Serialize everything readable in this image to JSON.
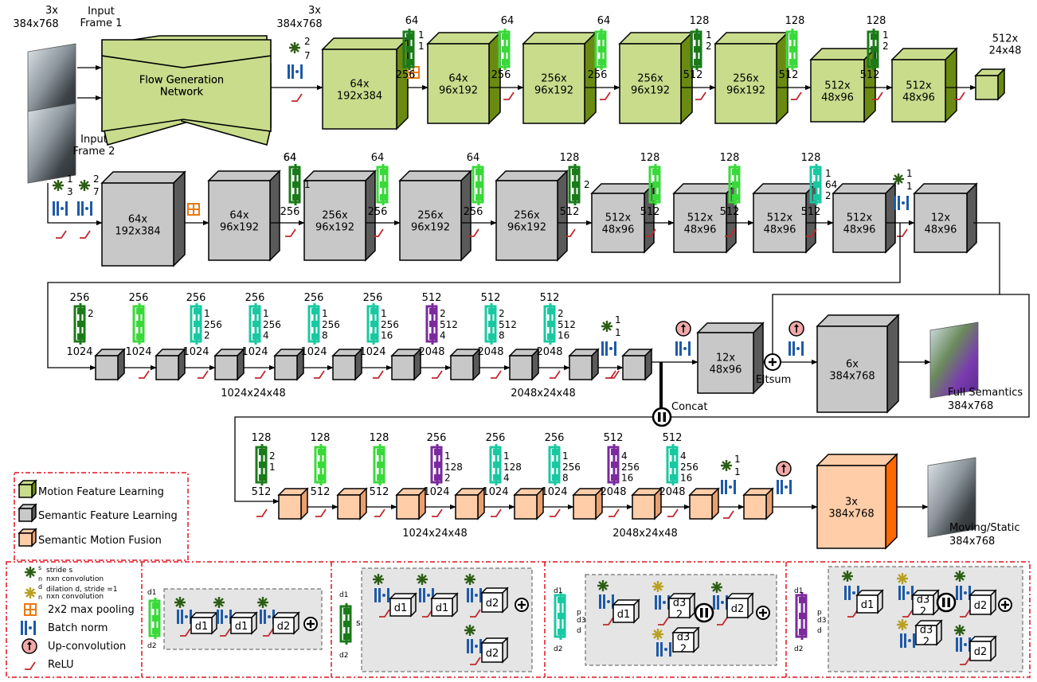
{
  "colors": {
    "motion": "#c8dc8c",
    "motion_side": "#6b8a12",
    "semantic": "#c8c8c8",
    "semantic_side": "#5a5a5a",
    "fusion": "#ffcda8",
    "fusion_side": "#ff6a00",
    "relu": "#c0282d",
    "bn": "#1e5aa8",
    "conv": "#2c5e14",
    "res1": "#1a7a1a",
    "res2": "#39d939",
    "res3": "#19c8a0",
    "res4": "#7a2a9c",
    "pool": "#e87a14",
    "dash": "#e0141e"
  },
  "inputs": {
    "frame1_label": "Input\nFrame 1",
    "frame2_label": "Input\nFrame 2",
    "frame_size_top": "3x",
    "frame_size_bot": "384x768"
  },
  "row1": {
    "flow_network": "Flow Generation\nNetwork",
    "flow_out_a": "3x",
    "flow_out_b": "384x768",
    "conv_s": "2",
    "conv_n": "7",
    "box1": "64x\n192x384",
    "box2": "64x\n96x192",
    "box3": "256x\n96x192",
    "box4": "256x\n96x192",
    "box5": "256x\n96x192",
    "box6": "512x\n48x96",
    "box7": "512x\n48x96",
    "box8_label": "512x\n24x48",
    "top_labels": [
      "64",
      "64",
      "64",
      "128",
      "128",
      "128"
    ],
    "bottom_labels": [
      "256",
      "256",
      "256",
      "512",
      "512",
      "512"
    ],
    "res_params": [
      "1\n1",
      "",
      "",
      "1\n2",
      "",
      "1\n2"
    ]
  },
  "row2": {
    "conv1_s": "1",
    "conv1_n": "3",
    "conv2_s": "2",
    "conv2_n": "7",
    "box1": "64x\n192x384",
    "box2": "64x\n96x192",
    "box3": "256x\n96x192",
    "box4": "256x\n96x192",
    "box5": "256x\n96x192",
    "box6": "512x\n48x96",
    "box7": "512x\n48x96",
    "box8": "512x\n48x96",
    "box9": "512x\n48x96",
    "box10": "12x\n48x96",
    "top_labels": [
      "64",
      "64",
      "64",
      "128",
      "128",
      "128",
      "128"
    ],
    "bottom_labels": [
      "256",
      "256",
      "256",
      "512",
      "512",
      "512",
      "512"
    ],
    "res_params": [
      "1",
      "",
      "",
      "2",
      "",
      "",
      "1\n64\n2"
    ],
    "conv_end_s": "1",
    "conv_end_n": "1"
  },
  "row3": {
    "top_labels": [
      "256",
      "256",
      "256",
      "256",
      "256",
      "256",
      "512",
      "512",
      "512"
    ],
    "bottom_labels": [
      "1024",
      "1024",
      "1024",
      "1024",
      "1024",
      "1024",
      "2048",
      "2048",
      "2048"
    ],
    "res_params": [
      "2",
      "",
      "1\n256\n2",
      "1\n256\n4",
      "1\n256\n8",
      "1\n256\n16",
      "2\n512\n4",
      "2\n512\n8",
      "2\n512\n16"
    ],
    "group1": "1024x24x48",
    "group2": "2048x24x48",
    "conv_s": "1",
    "conv_n": "1",
    "concat_box": "12x\n48x96",
    "eltsum": "Eltsum",
    "concat": "Concat",
    "big_box": "6x\n384x768",
    "full_sem_a": "Full Semantics",
    "full_sem_b": "384x768"
  },
  "row4": {
    "top_labels": [
      "128",
      "128",
      "128",
      "256",
      "256",
      "256",
      "512",
      "512"
    ],
    "bottom_labels": [
      "512",
      "512",
      "512",
      "1024",
      "1024",
      "1024",
      "2048",
      "2048"
    ],
    "res_params": [
      "2\n1",
      "",
      "",
      "1\n128\n2",
      "1\n128\n4",
      "1\n256\n8",
      "4\n256\n16",
      "4\n256\n16"
    ],
    "group1": "1024x24x48",
    "group2": "2048x24x48",
    "conv_s": "1",
    "conv_n": "1",
    "big_box": "3x\n384x768",
    "out_a": "Moving/Static",
    "out_b": "384x768"
  },
  "legend": {
    "motion": "Motion Feature Learning",
    "semantic": "Semantic Feature Learning",
    "fusion": "Semantic Motion Fusion"
  },
  "key": {
    "conv_a": "stride s",
    "conv_b": "nxn convolution",
    "dil_a": "dilation d, stride =1",
    "dil_b": "nxn convolution",
    "pool": "2x2 max pooling",
    "bn": "Batch norm",
    "up": "Up-convolution",
    "relu": "ReLU"
  }
}
